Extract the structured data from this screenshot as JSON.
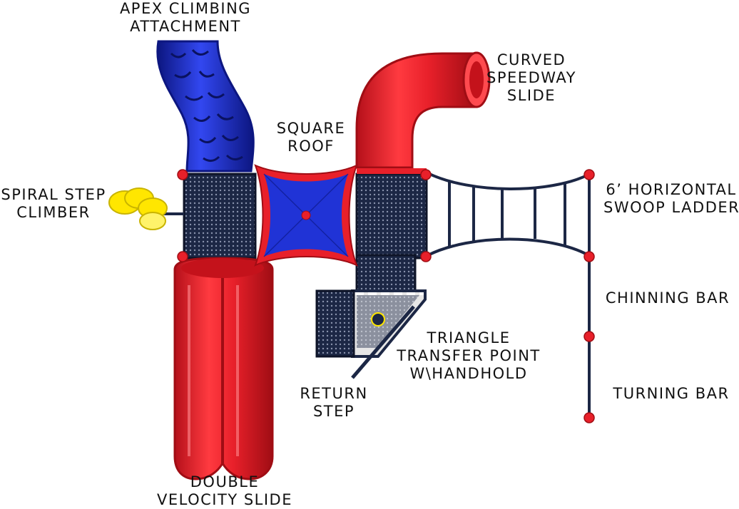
{
  "labels": {
    "apex": [
      "APEX CLIMBING",
      "ATTACHMENT"
    ],
    "curved": [
      "CURVED",
      "SPEEDWAY",
      "SLIDE"
    ],
    "square_roof": [
      "SQUARE",
      "ROOF"
    ],
    "spiral": [
      "SPIRAL STEP",
      "CLIMBER"
    ],
    "swoop": [
      "6’ HORIZONTAL",
      "SWOOP LADDER"
    ],
    "chinning": "CHINNING BAR",
    "triangle": [
      "TRIANGLE",
      "TRANSFER POINT",
      "W\\HANDHOLD"
    ],
    "return_step": [
      "RETURN",
      "STEP"
    ],
    "turning": "TURNING BAR",
    "double_slide": [
      "DOUBLE",
      "VELOCITY SLIDE"
    ]
  },
  "colors": {
    "red": "#e8202a",
    "red_dark": "#a00d14",
    "blue": "#2033d6",
    "blue_dark": "#0c1680",
    "navy": "#1c2745",
    "yellow": "#ffe600",
    "white": "#ffffff"
  }
}
